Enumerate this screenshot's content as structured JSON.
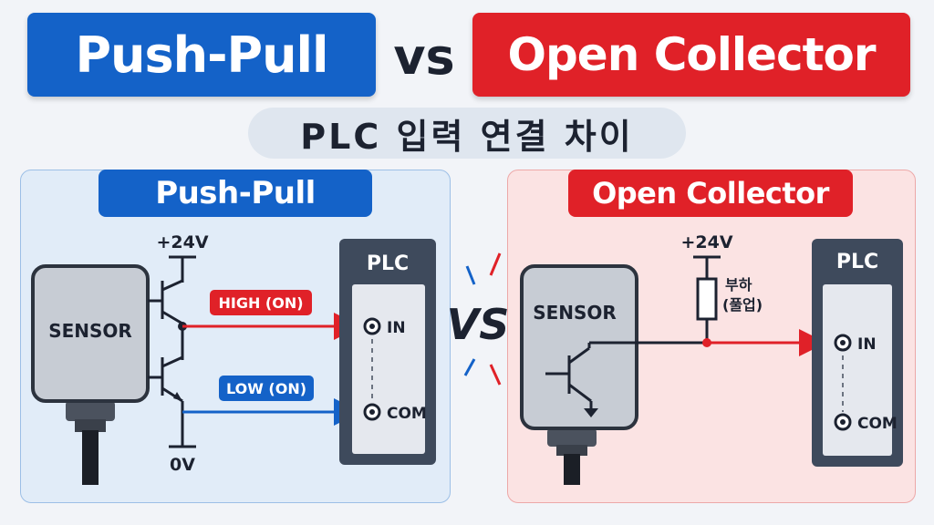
{
  "title": {
    "left": "Push-Pull",
    "vs": "vs",
    "right": "Open Collector",
    "subtitle": "PLC 입력 연결 차이"
  },
  "left_panel": {
    "heading": "Push-Pull",
    "supply": "+24V",
    "ground": "0V",
    "sensor": "SENSOR",
    "high_label": "HIGH (ON)",
    "low_label": "LOW (ON)",
    "plc": "PLC",
    "in": "IN",
    "com": "COM"
  },
  "center_vs": "VS",
  "right_panel": {
    "heading": "Open Collector",
    "supply": "+24V",
    "load_line1": "부하",
    "load_line2": "(풀업)",
    "sensor": "SENSOR",
    "plc": "PLC",
    "in": "IN",
    "com": "COM"
  },
  "colors": {
    "blue": "#1462c8",
    "red": "#e02128",
    "sensor_fill": "#c7ccd4",
    "plc_fill": "#3e4a5c",
    "dark": "#1c2230"
  }
}
